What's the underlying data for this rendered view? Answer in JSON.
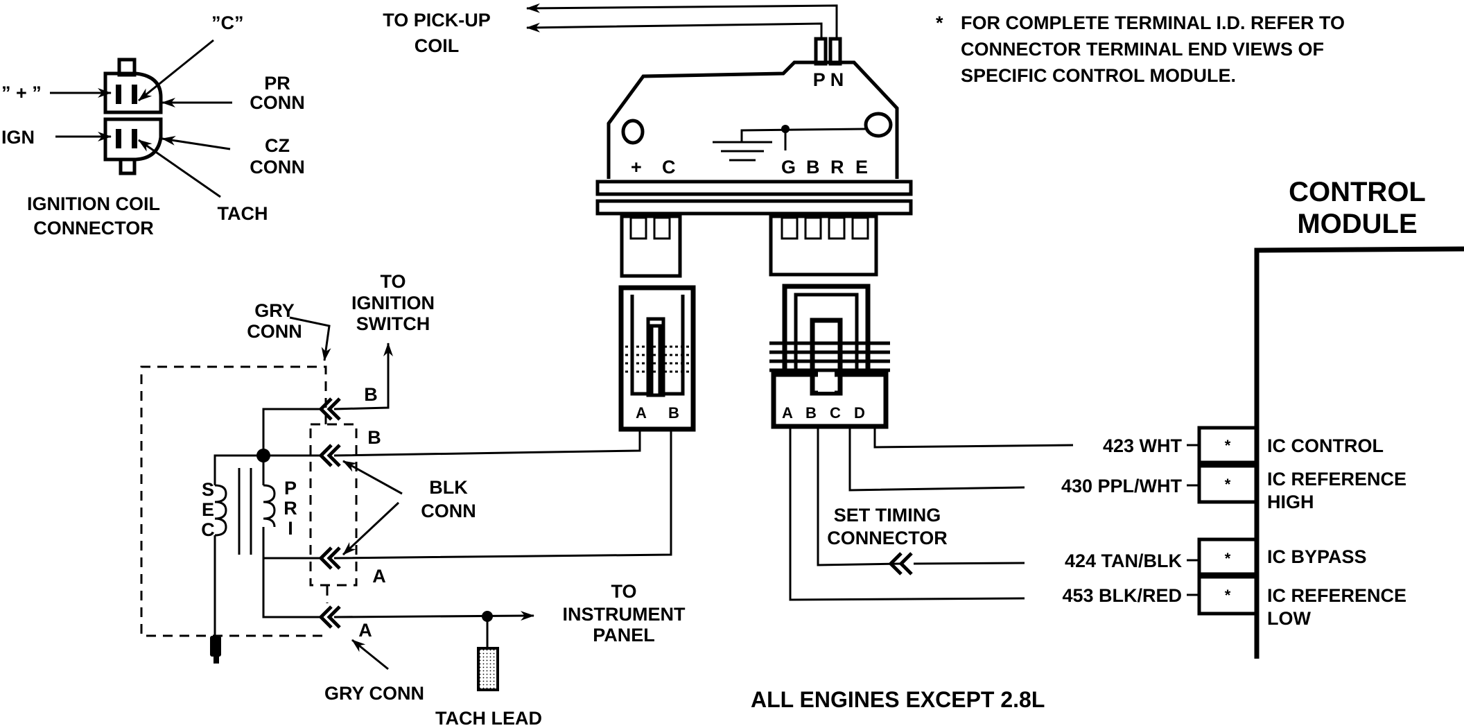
{
  "title": "Ignition Control Module Wiring - All Engines Except 2.8L",
  "caption": "ALL ENGINES EXCEPT 2.8L",
  "note": {
    "asterisk": "*",
    "lines": [
      "FOR COMPLETE TERMINAL I.D. REFER TO",
      "CONNECTOR TERMINAL END VIEWS OF",
      "SPECIFIC CONTROL MODULE."
    ]
  },
  "ignition_coil_connector": {
    "title_lines": [
      "IGNITION COIL",
      "CONNECTOR"
    ],
    "labels": {
      "plus": "” + ”",
      "ign": "IGN",
      "c": "”C”",
      "pr_conn": [
        "PR",
        "CONN"
      ],
      "cz_conn": [
        "CZ",
        "CONN"
      ],
      "tach": "TACH"
    }
  },
  "pickup_coil": {
    "lines": [
      "TO PICK-UP",
      "COIL"
    ]
  },
  "hei_module": {
    "top_terminals": "P N",
    "left_terminals": [
      "+",
      "C"
    ],
    "right_terminals": [
      "G",
      "B",
      "R",
      "E"
    ]
  },
  "module_connector_2pin": {
    "terminals": [
      "A",
      "B"
    ]
  },
  "module_connector_4pin": {
    "terminals": [
      "A",
      "B",
      "C",
      "D"
    ]
  },
  "coil": {
    "sec_label": [
      "S",
      "E",
      "C"
    ],
    "pri_label": [
      "P",
      "R",
      "I"
    ],
    "to_ignition_switch": [
      "TO",
      "IGNITION",
      "SWITCH"
    ],
    "gry_conn_top": [
      "GRY",
      "CONN"
    ],
    "blk_conn": [
      "BLK",
      "CONN"
    ],
    "gry_conn_bottom": "GRY CONN",
    "terminal_labels": {
      "b_top": "B",
      "b_mid": "B",
      "a_mid": "A",
      "a_bottom": "A"
    },
    "to_instrument_panel": [
      "TO",
      "INSTRUMENT",
      "PANEL"
    ],
    "tach_lead": "TACH LEAD"
  },
  "set_timing_connector": [
    "SET TIMING",
    "CONNECTOR"
  ],
  "control_module": {
    "title_lines": [
      "CONTROL",
      "MODULE"
    ],
    "circuits": [
      {
        "wire": "423  WHT",
        "terminal": "*",
        "function": [
          "IC CONTROL"
        ]
      },
      {
        "wire": "430  PPL/WHT",
        "terminal": "*",
        "function": [
          "IC REFERENCE",
          "HIGH"
        ]
      },
      {
        "wire": "424  TAN/BLK",
        "terminal": "*",
        "function": [
          "IC BYPASS"
        ]
      },
      {
        "wire": "453  BLK/RED",
        "terminal": "*",
        "function": [
          "IC REFERENCE",
          "LOW"
        ]
      }
    ]
  }
}
